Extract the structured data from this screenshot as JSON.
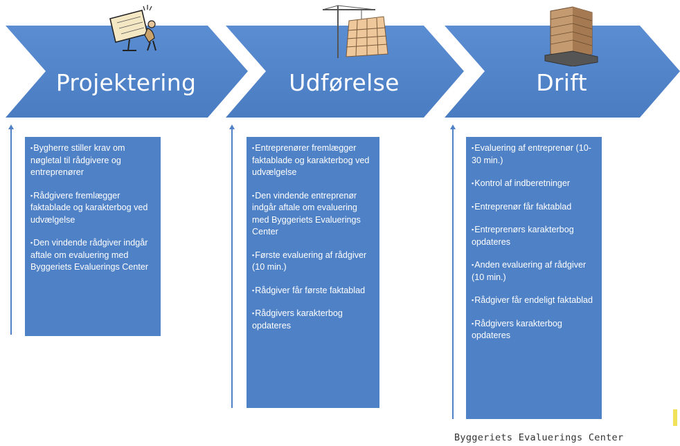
{
  "phases": [
    {
      "title": "Projektering",
      "items": [
        "Bygherre stiller krav om nøgletal til rådgivere og entreprenører",
        "Rådgivere fremlægger faktablade og karakterbog ved udvælgelse",
        "Den vindende rådgiver indgår aftale om evaluering med Byggeriets Evaluerings Center"
      ]
    },
    {
      "title": "Udførelse",
      "items": [
        "Entreprenører fremlægger faktablade og karakterbog ved udvælgelse",
        "Den vindende entreprenør indgår aftale om evaluering med Byggeriets Evaluerings Center",
        "Første evaluering af rådgiver (10 min.)",
        "Rådgiver får  første faktablad",
        "Rådgivers karakterbog opdateres"
      ]
    },
    {
      "title": "Drift",
      "items": [
        "Evaluering af entreprenør (10-30 min.)",
        "Kontrol af indberetninger",
        "Entreprenør får faktablad",
        "Entreprenørs karakterbog opdateres",
        "Anden evaluering af rådgiver (10 min.)",
        "Rådgiver får endeligt faktablad",
        "Rådgivers karakterbog opdateres"
      ]
    }
  ],
  "footer": "Byggeriets Evaluerings Center",
  "colors": {
    "chevron": "#4f81c7",
    "box": "#4f81c7",
    "text": "#ffffff"
  },
  "icons": [
    "architect-drafting-icon",
    "construction-crane-icon",
    "office-building-icon"
  ]
}
